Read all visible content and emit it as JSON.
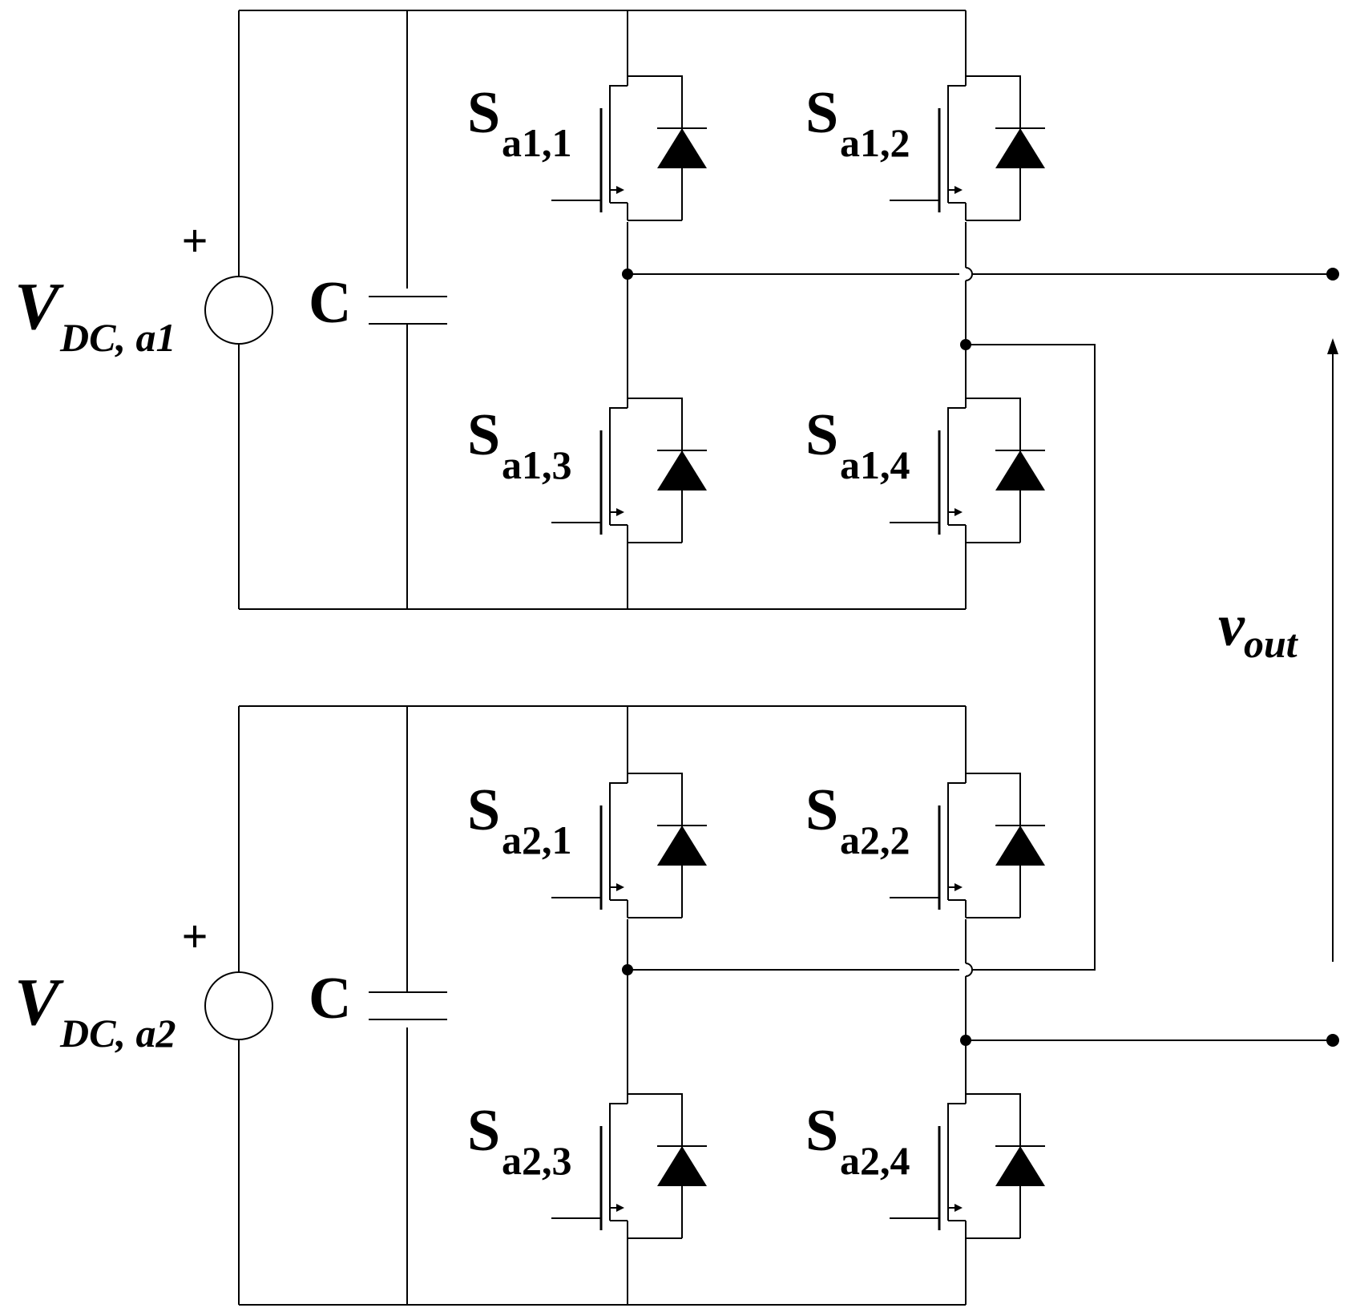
{
  "labels": {
    "source1": {
      "main": "V",
      "sub": "DC, a1",
      "plus": "+"
    },
    "source2": {
      "main": "V",
      "sub": "DC, a2",
      "plus": "+"
    },
    "cap1": "C",
    "cap2": "C",
    "switches": [
      {
        "main": "S",
        "sub": "a1,1"
      },
      {
        "main": "S",
        "sub": "a1,2"
      },
      {
        "main": "S",
        "sub": "a1,3"
      },
      {
        "main": "S",
        "sub": "a1,4"
      },
      {
        "main": "S",
        "sub": "a2,1"
      },
      {
        "main": "S",
        "sub": "a2,2"
      },
      {
        "main": "S",
        "sub": "a2,3"
      },
      {
        "main": "S",
        "sub": "a2,4"
      }
    ],
    "vout": {
      "main": "v",
      "sub": "out"
    }
  }
}
